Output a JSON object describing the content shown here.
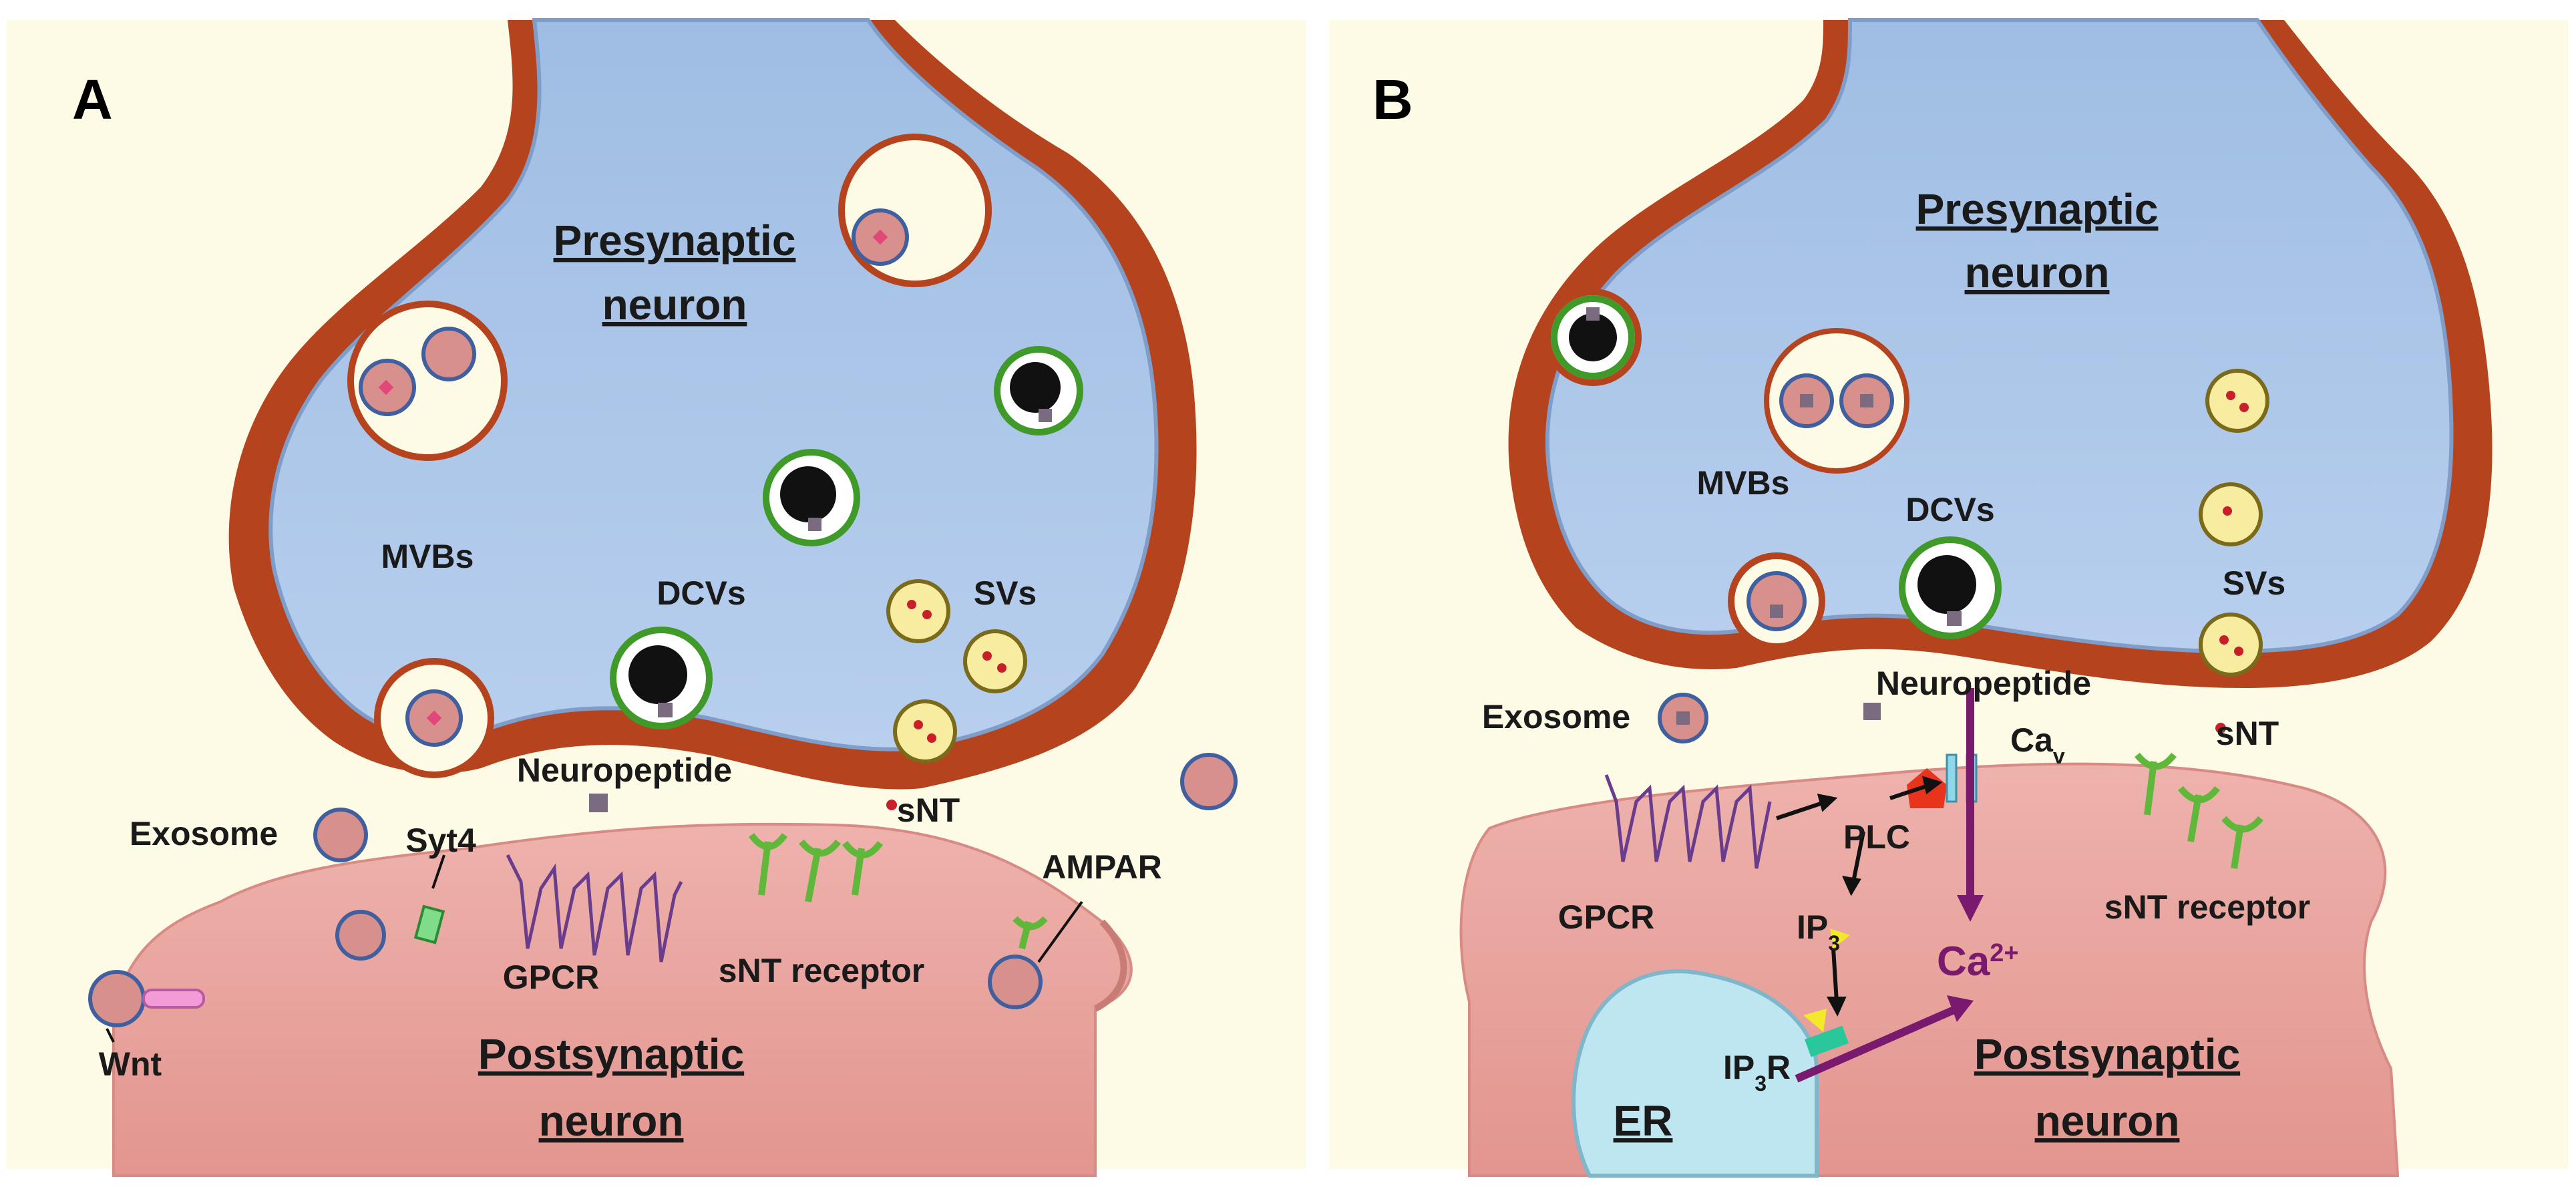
{
  "panel_a": {
    "letter": "A",
    "presynaptic_line1": "Presynaptic",
    "presynaptic_line2": "neuron",
    "postsynaptic_line1": "Postsynaptic",
    "postsynaptic_line2": "neuron",
    "mvbs": "MVBs",
    "dcvs": "DCVs",
    "svs": "SVs",
    "neuropeptide": "Neuropeptide",
    "sNT": "sNT",
    "exosome": "Exosome",
    "syt4": "Syt4",
    "ampar": "AMPAR",
    "gpcr": "GPCR",
    "sNT_receptor": "sNT receptor",
    "wnt": "Wnt"
  },
  "panel_b": {
    "letter": "B",
    "presynaptic_line1": "Presynaptic",
    "presynaptic_line2": "neuron",
    "postsynaptic_line1": "Postsynaptic",
    "postsynaptic_line2": "neuron",
    "mvbs": "MVBs",
    "dcvs": "DCVs",
    "svs": "SVs",
    "neuropeptide": "Neuropeptide",
    "sNT": "sNT",
    "exosome": "Exosome",
    "cav": "Ca",
    "cav_sub": "v",
    "gpcr": "GPCR",
    "plc": "PLC",
    "ip3": "IP",
    "ip3_sub": "3",
    "ip3r": "IP",
    "ip3r_sub": "3",
    "ip3r_tail": "R",
    "ca2": "Ca",
    "ca2_sup": "2+",
    "sNT_receptor": "sNT receptor",
    "er": "ER"
  },
  "colors": {
    "background": "#fdfbe6",
    "presynaptic_fill": "#a9c4e6",
    "presynaptic_membrane": "#b5441e",
    "postsynaptic_fill": "#e9a39e",
    "er_fill": "#bde6f0",
    "receptor": "#5fb83a",
    "ca_arrow": "#7a1a6e",
    "plc": "#e8341c",
    "vesicle_sv": "#f7eca0",
    "dcv_ring": "#3f9a2a"
  }
}
